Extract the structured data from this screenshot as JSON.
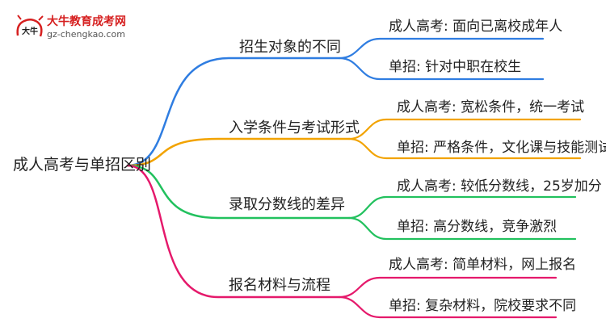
{
  "logo": {
    "title": "大牛教育成考网",
    "url": "gz-chengkao.com",
    "mark_text": "大牛"
  },
  "root": {
    "label": "成人高考与单招区别"
  },
  "branches": [
    {
      "label": "招生对象的不同",
      "color": "#2f7de1",
      "leaves": [
        {
          "label": "成人高考: 面向已离校成年人"
        },
        {
          "label": "单招: 针对中职在校生"
        }
      ]
    },
    {
      "label": "入学条件与考试形式",
      "color": "#f2a300",
      "leaves": [
        {
          "label": "成人高考: 宽松条件，统一考试"
        },
        {
          "label": "单招: 严格条件，文化课与技能测试"
        }
      ]
    },
    {
      "label": "录取分数线的差异",
      "color": "#22c15e",
      "leaves": [
        {
          "label": "成人高考: 较低分数线，25岁加分"
        },
        {
          "label": "单招: 高分数线，竞争激烈"
        }
      ]
    },
    {
      "label": "报名材料与流程",
      "color": "#e5196b",
      "leaves": [
        {
          "label": "成人高考: 简单材料，网上报名"
        },
        {
          "label": "单招: 复杂材料，院校要求不同"
        }
      ]
    }
  ]
}
